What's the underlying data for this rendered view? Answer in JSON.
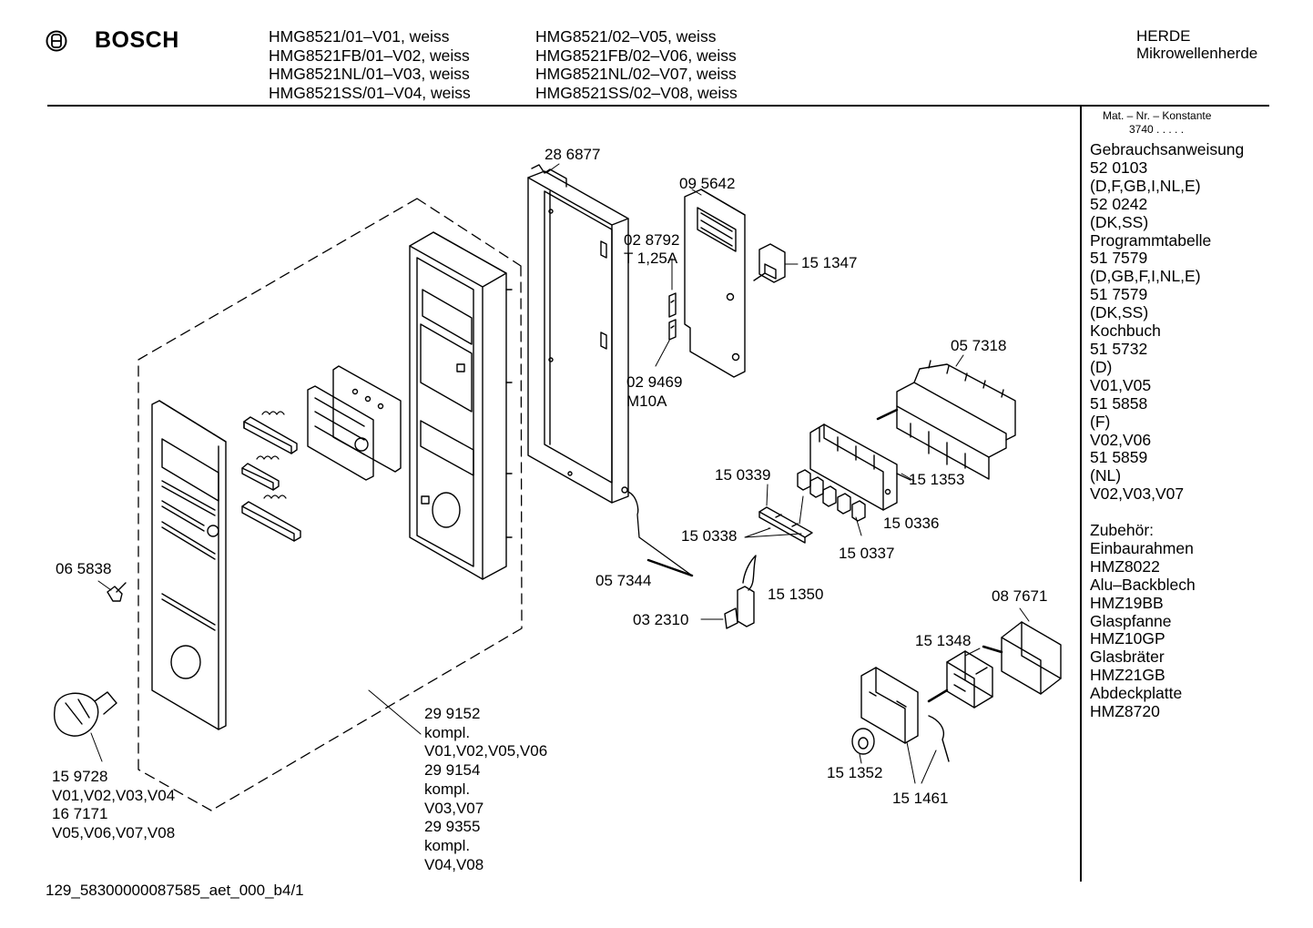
{
  "header": {
    "brand": "BOSCH",
    "models_col1": [
      "HMG8521/01–V01, weiss",
      "HMG8521FB/01–V02, weiss",
      "HMG8521NL/01–V03, weiss",
      "HMG8521SS/01–V04, weiss"
    ],
    "models_col2": [
      "HMG8521/02–V05, weiss",
      "HMG8521FB/02–V06, weiss",
      "HMG8521NL/02–V07, weiss",
      "HMG8521SS/02–V08, weiss"
    ],
    "category": "HERDE",
    "subcategory": "Mikrowellenherde"
  },
  "sidebar": {
    "constant_label": "Mat. – Nr. – Konstante",
    "constant_value": "3740 .  .  .  .  .",
    "lines": [
      "Gebrauchsanweisung",
      "52 0103",
      "(D,F,GB,I,NL,E)",
      "52 0242",
      "(DK,SS)",
      "Programmtabelle",
      "51 7579",
      "(D,GB,F,I,NL,E)",
      "51 7579",
      "(DK,SS)",
      "Kochbuch",
      "51 5732",
      "(D)",
      "V01,V05",
      "51 5858",
      "(F)",
      "V02,V06",
      "51 5859",
      "(NL)",
      "V02,V03,V07",
      "",
      "Zubehör:",
      "Einbaurahmen",
      "HMZ8022",
      "Alu–Backblech",
      "HMZ19BB",
      "Glaspfanne",
      "HMZ10GP",
      "Glasbräter",
      "HMZ21GB",
      "Abdeckplatte",
      "HMZ8720"
    ]
  },
  "parts": {
    "p286877": "28 6877",
    "p095642": "09 5642",
    "p028792": "02 8792",
    "p028792_rating": "T 1,25A",
    "p151347": "15 1347",
    "p029469": "02 9469",
    "p029469_rating": "M10A",
    "p057318": "05 7318",
    "p150339": "15 0339",
    "p151353": "15 1353",
    "p150338": "15 0338",
    "p150336": "15 0336",
    "p150337": "15 0337",
    "p065838": "06 5838",
    "p057344": "05 7344",
    "p151350": "15 1350",
    "p087671": "08 7671",
    "p032310": "03 2310",
    "p151348": "15 1348",
    "p151352": "15 1352",
    "p151461": "15 1461",
    "panel_lines": [
      "29 9152",
      "kompl.",
      "V01,V02,V05,V06",
      "29 9154",
      "kompl.",
      "V03,V07",
      "29 9355",
      "kompl.",
      "V04,V08"
    ],
    "knob_lines": [
      "15 9728",
      "V01,V02,V03,V04",
      "16 7171",
      "V05,V06,V07,V08"
    ]
  },
  "footer": {
    "doc_id": "129_58300000087585_aet_000_b4/1"
  }
}
